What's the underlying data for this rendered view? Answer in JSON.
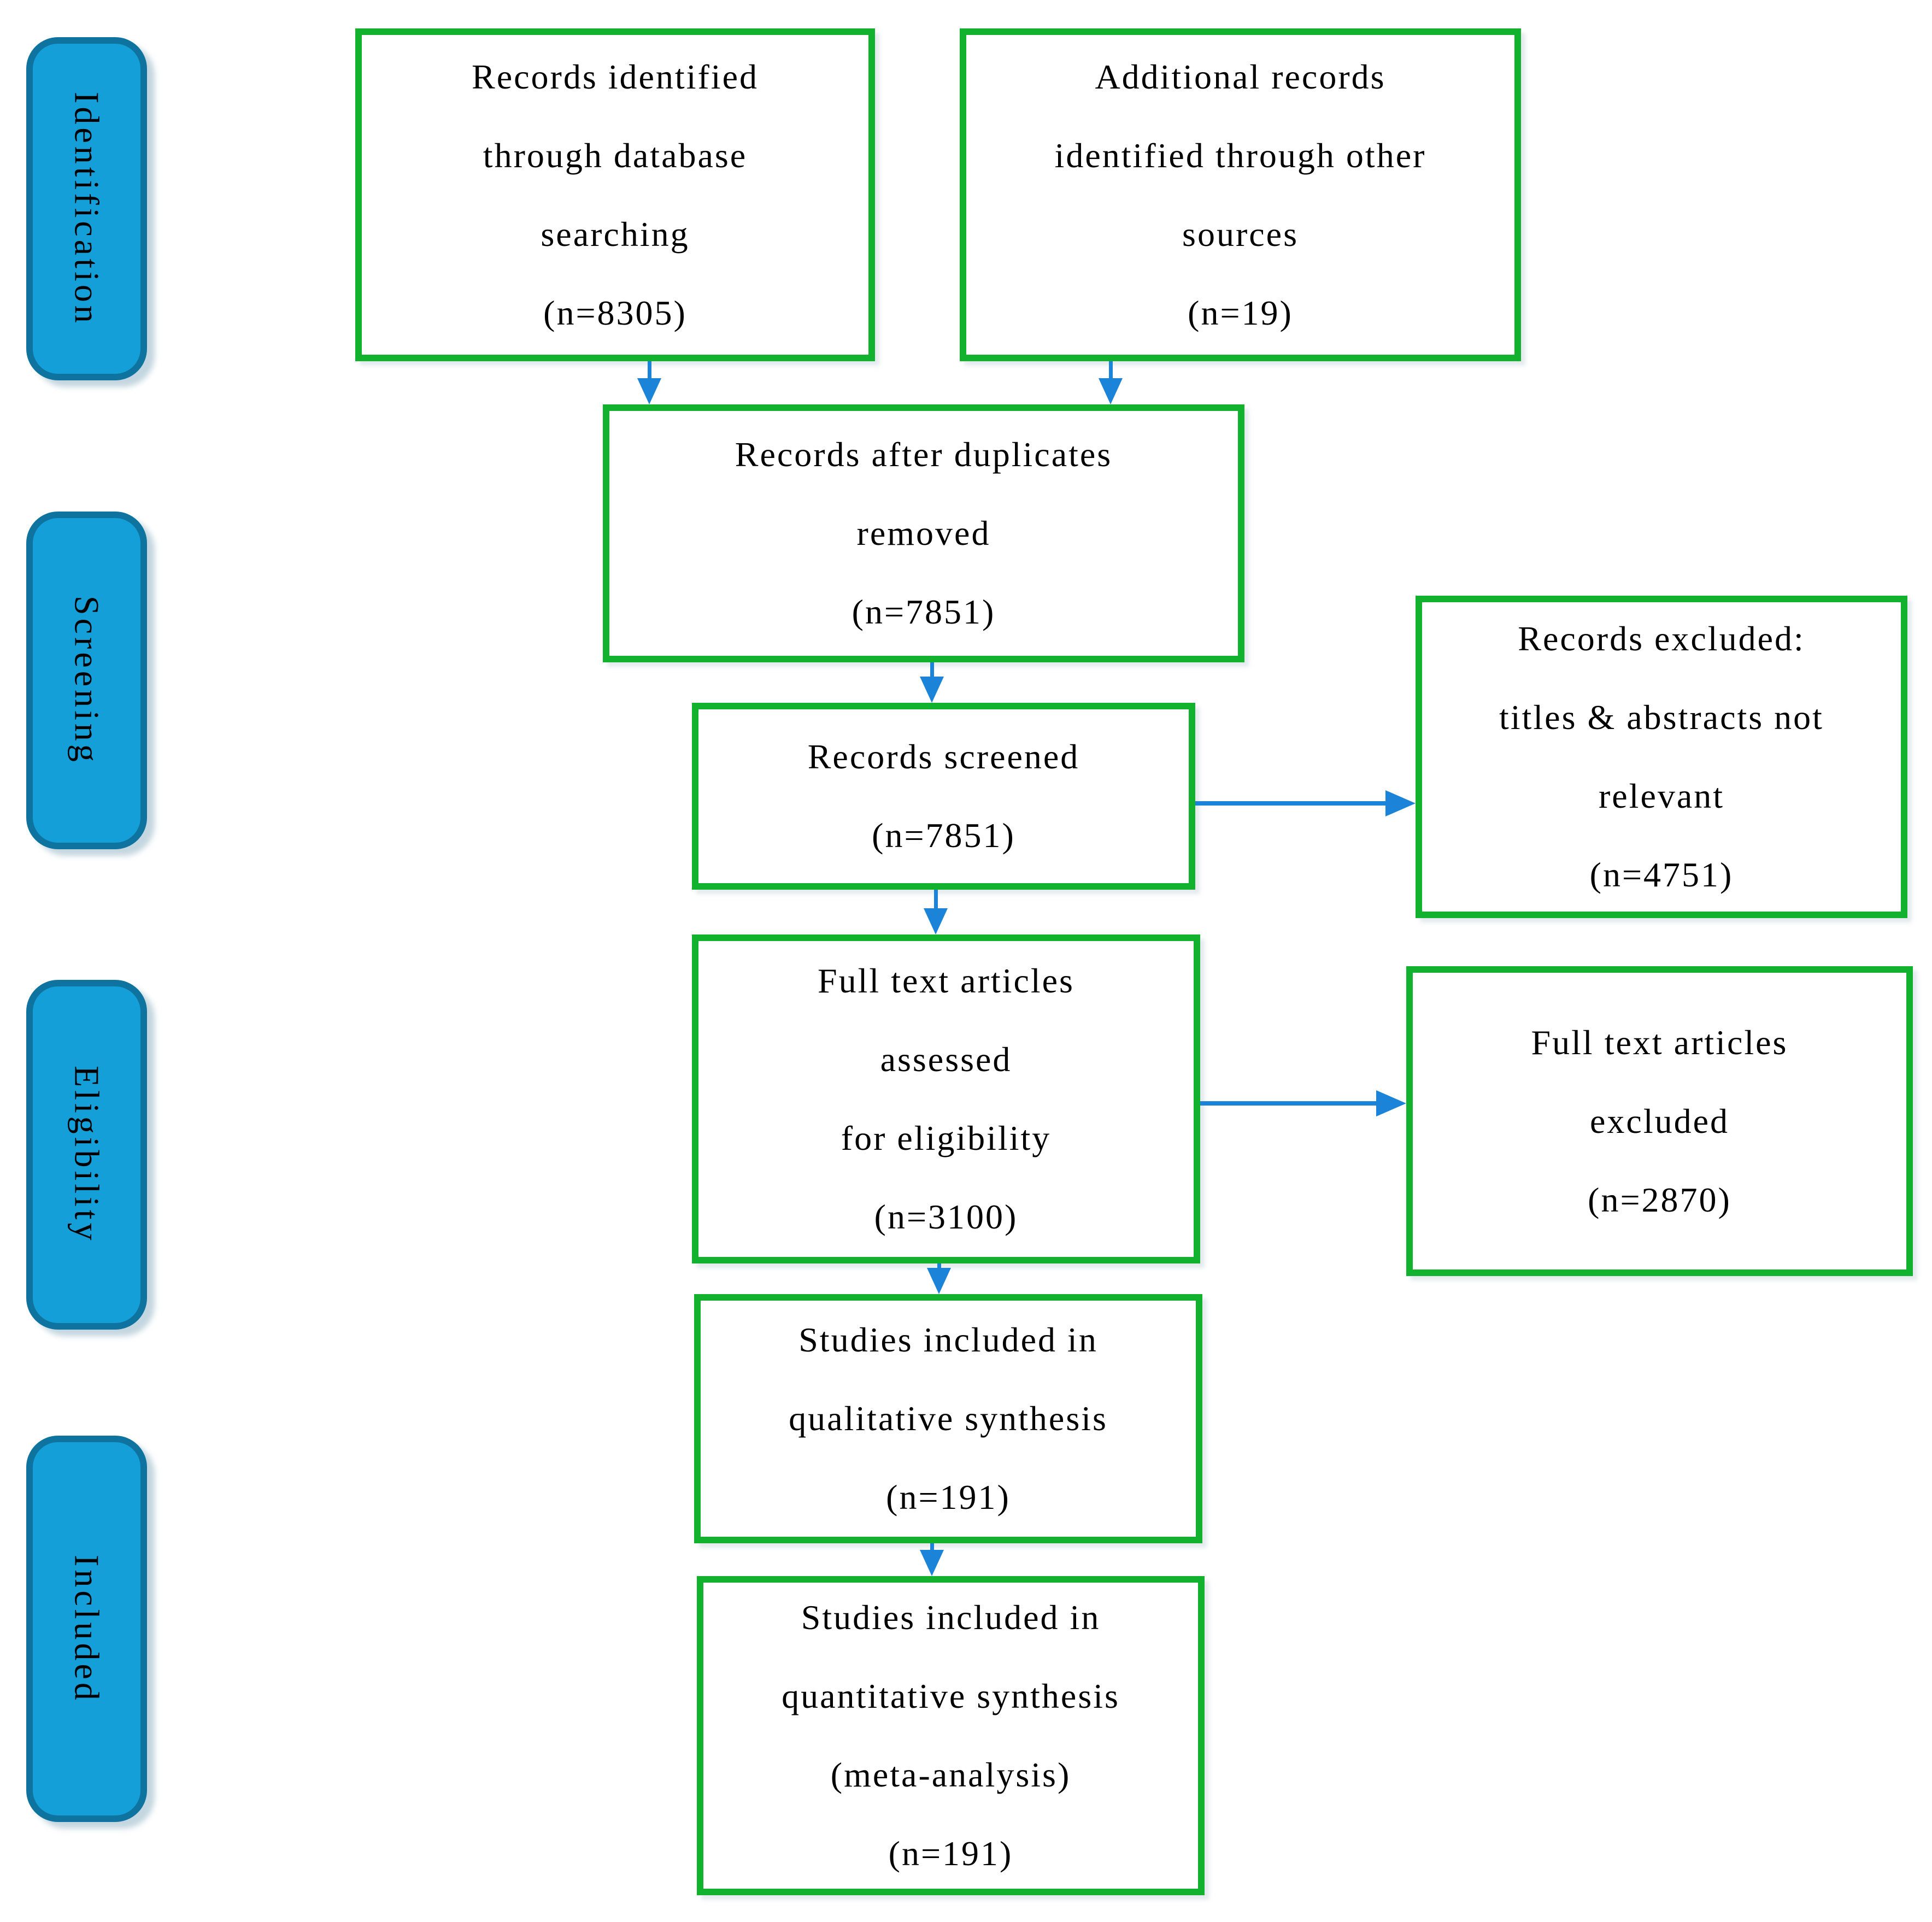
{
  "diagram": {
    "type": "PRISMA flow diagram",
    "stages": [
      {
        "label": "Identification"
      },
      {
        "label": "Screening"
      },
      {
        "label": "Eligibility"
      },
      {
        "label": "Included"
      }
    ],
    "boxes": [
      {
        "id": "records-identified",
        "text": "Records identified\nthrough database\nsearching\n(n=8305)",
        "n": 8305
      },
      {
        "id": "additional-records",
        "text": "Additional records\nidentified through other\nsources\n(n=19)",
        "n": 19
      },
      {
        "id": "records-after-duplicates",
        "text": "Records after duplicates\nremoved\n(n=7851)",
        "n": 7851
      },
      {
        "id": "records-screened",
        "text": "Records screened\n(n=7851)",
        "n": 7851
      },
      {
        "id": "records-excluded",
        "text": "Records excluded:\ntitles & abstracts not\nrelevant\n(n=4751)",
        "n": 4751
      },
      {
        "id": "full-text-assessed",
        "text": "Full text articles\nassessed\nfor eligibility\n(n=3100)",
        "n": 3100
      },
      {
        "id": "full-text-excluded",
        "text": "Full text articles\nexcluded\n(n=2870)",
        "n": 2870
      },
      {
        "id": "qualitative-synthesis",
        "text": "Studies included in\nqualitative synthesis\n(n=191)",
        "n": 191
      },
      {
        "id": "quantitative-synthesis",
        "text": "Studies included in\nquantitative synthesis\n(meta-analysis)\n(n=191)",
        "n": 191
      }
    ],
    "connections": [
      {
        "from": "records-identified",
        "to": "records-after-duplicates",
        "direction": "down"
      },
      {
        "from": "additional-records",
        "to": "records-after-duplicates",
        "direction": "down"
      },
      {
        "from": "records-after-duplicates",
        "to": "records-screened",
        "direction": "down"
      },
      {
        "from": "records-screened",
        "to": "records-excluded",
        "direction": "right"
      },
      {
        "from": "records-screened",
        "to": "full-text-assessed",
        "direction": "down"
      },
      {
        "from": "full-text-assessed",
        "to": "full-text-excluded",
        "direction": "right"
      },
      {
        "from": "full-text-assessed",
        "to": "qualitative-synthesis",
        "direction": "down"
      },
      {
        "from": "qualitative-synthesis",
        "to": "quantitative-synthesis",
        "direction": "down"
      }
    ],
    "colors": {
      "box_border": "#12b12e",
      "box_background": "#ffffff",
      "stage_fill": "#149fd9",
      "stage_border": "#0f739f",
      "arrow": "#1b84d8",
      "text": "#000000",
      "background": "#ffffff"
    }
  }
}
